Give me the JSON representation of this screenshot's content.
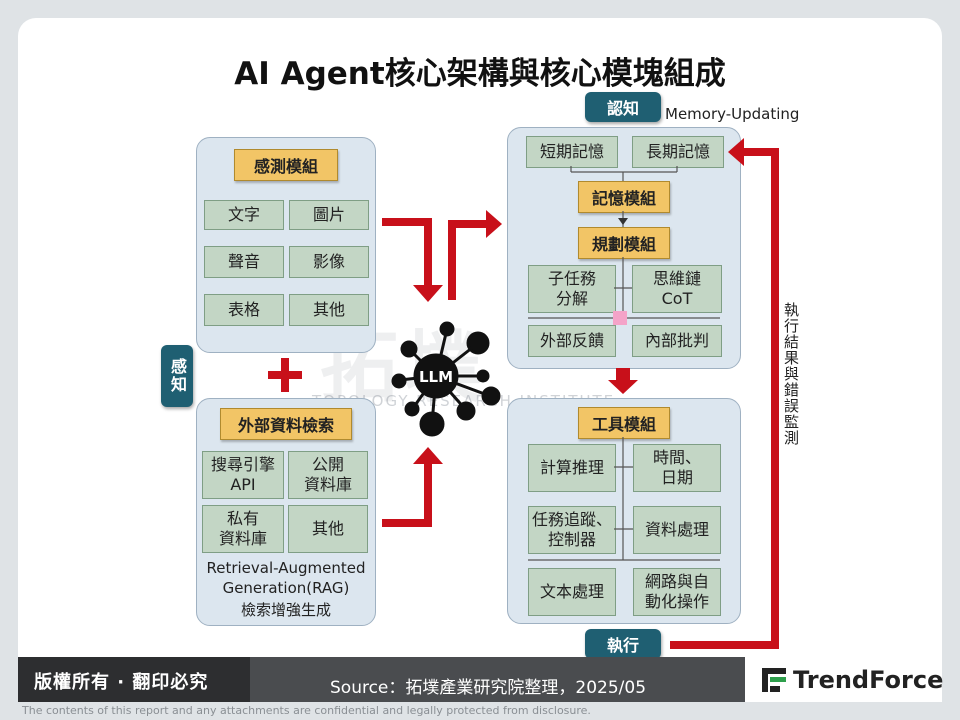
{
  "title": "AI Agent核心架構與核心模塊組成",
  "perception": {
    "badge": "感知",
    "sensing": {
      "header": "感測模組",
      "items": [
        "文字",
        "圖片",
        "聲音",
        "影像",
        "表格",
        "其他"
      ]
    },
    "external": {
      "header": "外部資料檢索",
      "items": [
        "搜尋引擎\nAPI",
        "公開\n資料庫",
        "私有\n資料庫",
        "其他"
      ],
      "rag_line1": "Retrieval-Augmented",
      "rag_line2": "Generation(RAG)",
      "rag_line3": "檢索增強生成"
    }
  },
  "llm_label": "LLM",
  "cognition": {
    "badge": "認知",
    "memory_updating": "Memory-Updating",
    "short_memory": "短期記憶",
    "long_memory": "長期記憶",
    "memory_module": "記憶模組",
    "planning_module": "規劃模組",
    "subtask": "子任務\n分解",
    "cot": "思維鏈\nCoT",
    "external_feedback": "外部反饋",
    "internal_critique": "內部批判"
  },
  "execution": {
    "badge": "執行",
    "tool_module": "工具模組",
    "tools": [
      "計算推理",
      "時間、\n日期",
      "任務追蹤、\n控制器",
      "資料處理",
      "文本處理",
      "網路與自\n動化操作"
    ]
  },
  "feedback_label": "執行結果與錯誤監測",
  "watermark": {
    "main": "拓墣",
    "sub": "TOPOLOGY RESEARCH INSTITUTE"
  },
  "footer": {
    "copyright": "版權所有 · 翻印必究",
    "source": "Source：拓墣產業研究院整理，2025/05",
    "brand": "TrendForce",
    "disclaimer": "The contents of this report and any attachments are confidential and legally protected from disclosure."
  },
  "colors": {
    "arrow": "#c8101a",
    "teal": "#1f5f72",
    "gold": "#f2c566",
    "green_box": "#c3d6c5",
    "panel": "#dce6ef"
  }
}
